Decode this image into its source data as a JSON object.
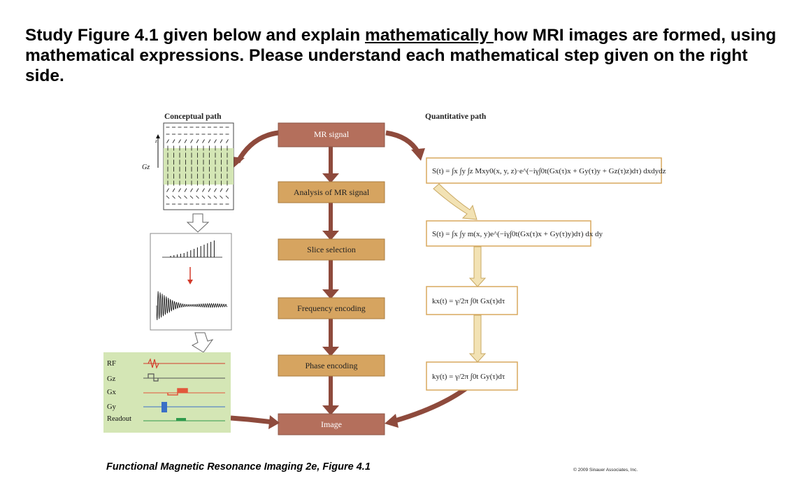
{
  "question": {
    "before": "Study Figure 4.1 given below and explain ",
    "underlined": "mathematically ",
    "after": "how MRI images are formed, using mathematical expressions. Please understand each mathematical step given on the right side."
  },
  "figure": {
    "conceptual_heading": "Conceptual path",
    "quantitative_heading": "Quantitative path",
    "steps": [
      {
        "label": "MR signal",
        "style": "dark"
      },
      {
        "label": "Analysis of MR signal",
        "style": "light"
      },
      {
        "label": "Slice selection",
        "style": "light"
      },
      {
        "label": "Frequency encoding",
        "style": "light"
      },
      {
        "label": "Phase encoding",
        "style": "light"
      },
      {
        "label": "Image",
        "style": "dark"
      }
    ],
    "gradient_label": "Gz",
    "z_label": "z",
    "sequence_labels": [
      "RF",
      "Gz",
      "Gx",
      "Gy",
      "Readout"
    ],
    "equations": [
      "S(t) = ∫x ∫y ∫z Mxy0(x, y, z)·e^(−iγ∫0t(Gx(τ)x + Gy(τ)y + Gz(τ)z)dτ) dxdydz",
      "S(t) = ∫x ∫y m(x, y)e^(−iγ∫0t(Gx(τ)x + Gy(τ)y)dτ) dx dy",
      "kx(t) = γ/2π ∫0t Gx(τ)dτ",
      "ky(t) = γ/2π ∫0t Gy(τ)dτ"
    ]
  },
  "caption": "Functional Magnetic Resonance Imaging 2e, Figure 4.1",
  "copyright": "© 2009 Sinauer Associates, Inc.",
  "colors": {
    "dark_box": "#b46f5c",
    "light_box": "#d6a460",
    "arrow": "#8e4a3c",
    "equation_border": "#d9a95e",
    "equation_arrow_fill": "#f2e2b4",
    "green_panel": "#d4e6b5",
    "rf_color": "#d23a2a",
    "gx_color": "#e2573b",
    "gy_color": "#3b6fc6",
    "readout_color": "#2f9a4c"
  }
}
